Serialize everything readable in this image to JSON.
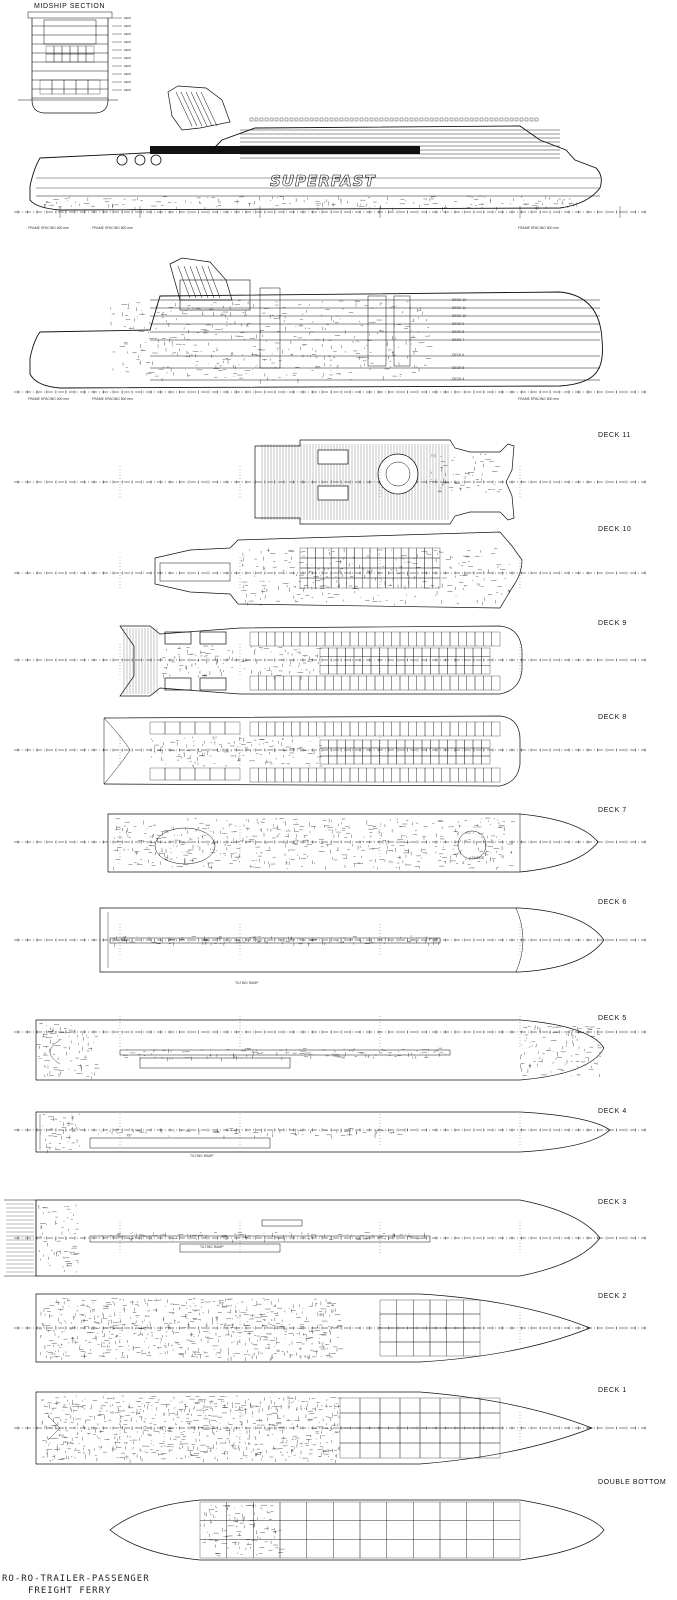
{
  "drawing": {
    "midship_label": "MIDSHIP SECTION",
    "hull_text": "SUPERFAST",
    "title_line1": "RO-RO-TRAILER-PASSENGER",
    "title_line2": "FREIGHT FERRY",
    "frame_spacing_a": "FRAME SPACING 600 mm",
    "frame_spacing_b": "FRAME SPACING 800 mm",
    "frame_spacing_c": "FRAME SPACING 800 mm",
    "frame_spacing_d": "FRAME SPACING 600 mm",
    "frame_spacing_e": "FRAME SPACING 800 mm",
    "frame_spacing_f": "FRAME SPACING 800 mm"
  },
  "plans": [
    {
      "label": "DECK 11"
    },
    {
      "label": "DECK 10"
    },
    {
      "label": "DECK 9"
    },
    {
      "label": "DECK 8"
    },
    {
      "label": "DECK 7"
    },
    {
      "label": "DECK 6"
    },
    {
      "label": "DECK 5"
    },
    {
      "label": "DECK 4"
    },
    {
      "label": "DECK 3"
    },
    {
      "label": "DECK 2"
    },
    {
      "label": "DECK 1"
    },
    {
      "label": "DOUBLE BOTTOM"
    }
  ],
  "profile_decks": [
    "DECK 12",
    "DECK 11",
    "DECK 10",
    "DECK 9",
    "DECK 8",
    "DECK 7",
    "DECK 6",
    "DECK 5",
    "DECK 4",
    "DECK 3"
  ],
  "deck_notes": {
    "tilting_ramp": "TILTING RAMP",
    "lounge": "LOUNGE",
    "void": "VOID"
  }
}
